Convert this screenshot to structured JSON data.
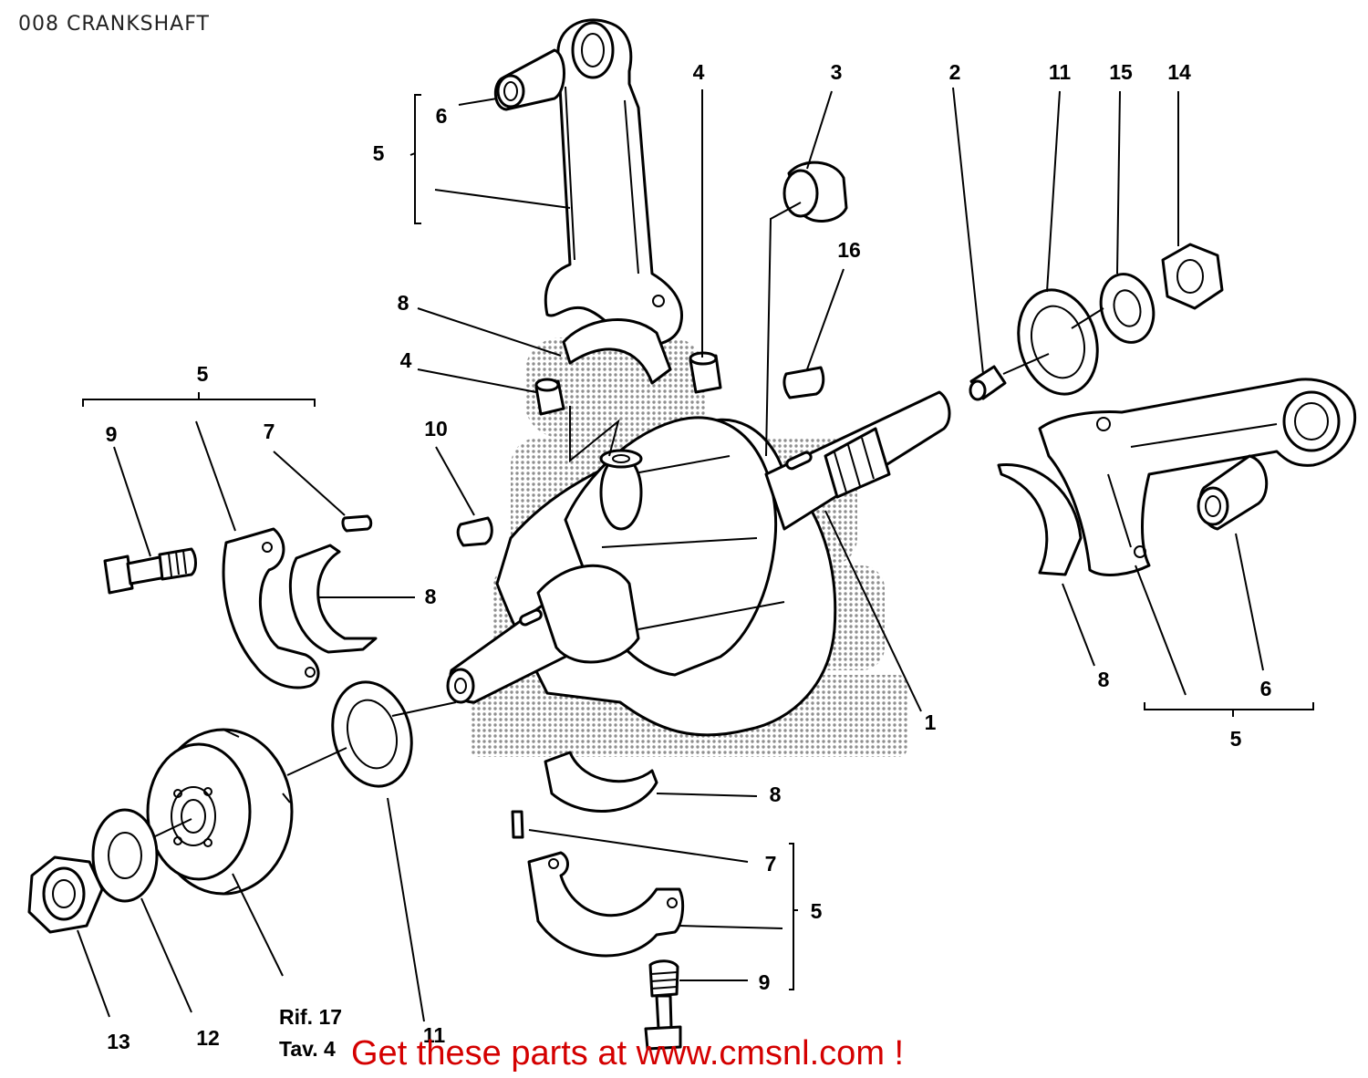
{
  "title": "008 CRANKSHAFT",
  "promo": "Get these parts at www.cmsnl.com !",
  "reference_note": [
    "Rif. 17",
    "Tav. 4"
  ],
  "callouts": [
    {
      "id": "c1",
      "text": "1"
    },
    {
      "id": "c2",
      "text": "2"
    },
    {
      "id": "c3",
      "text": "3"
    },
    {
      "id": "c4a",
      "text": "4"
    },
    {
      "id": "c4b",
      "text": "4"
    },
    {
      "id": "c5a",
      "text": "5"
    },
    {
      "id": "c5b",
      "text": "5"
    },
    {
      "id": "c5c",
      "text": "5"
    },
    {
      "id": "c5d",
      "text": "5"
    },
    {
      "id": "c6a",
      "text": "6"
    },
    {
      "id": "c6b",
      "text": "6"
    },
    {
      "id": "c7a",
      "text": "7"
    },
    {
      "id": "c7b",
      "text": "7"
    },
    {
      "id": "c8a",
      "text": "8"
    },
    {
      "id": "c8b",
      "text": "8"
    },
    {
      "id": "c8c",
      "text": "8"
    },
    {
      "id": "c8d",
      "text": "8"
    },
    {
      "id": "c9a",
      "text": "9"
    },
    {
      "id": "c9b",
      "text": "9"
    },
    {
      "id": "c10",
      "text": "10"
    },
    {
      "id": "c11a",
      "text": "11"
    },
    {
      "id": "c11b",
      "text": "11"
    },
    {
      "id": "c12",
      "text": "12"
    },
    {
      "id": "c13",
      "text": "13"
    },
    {
      "id": "c14",
      "text": "14"
    },
    {
      "id": "c15",
      "text": "15"
    },
    {
      "id": "c16",
      "text": "16"
    }
  ],
  "colors": {
    "promo": "#d40000",
    "lines": "#000000",
    "watermark": "#9a9a9a"
  }
}
